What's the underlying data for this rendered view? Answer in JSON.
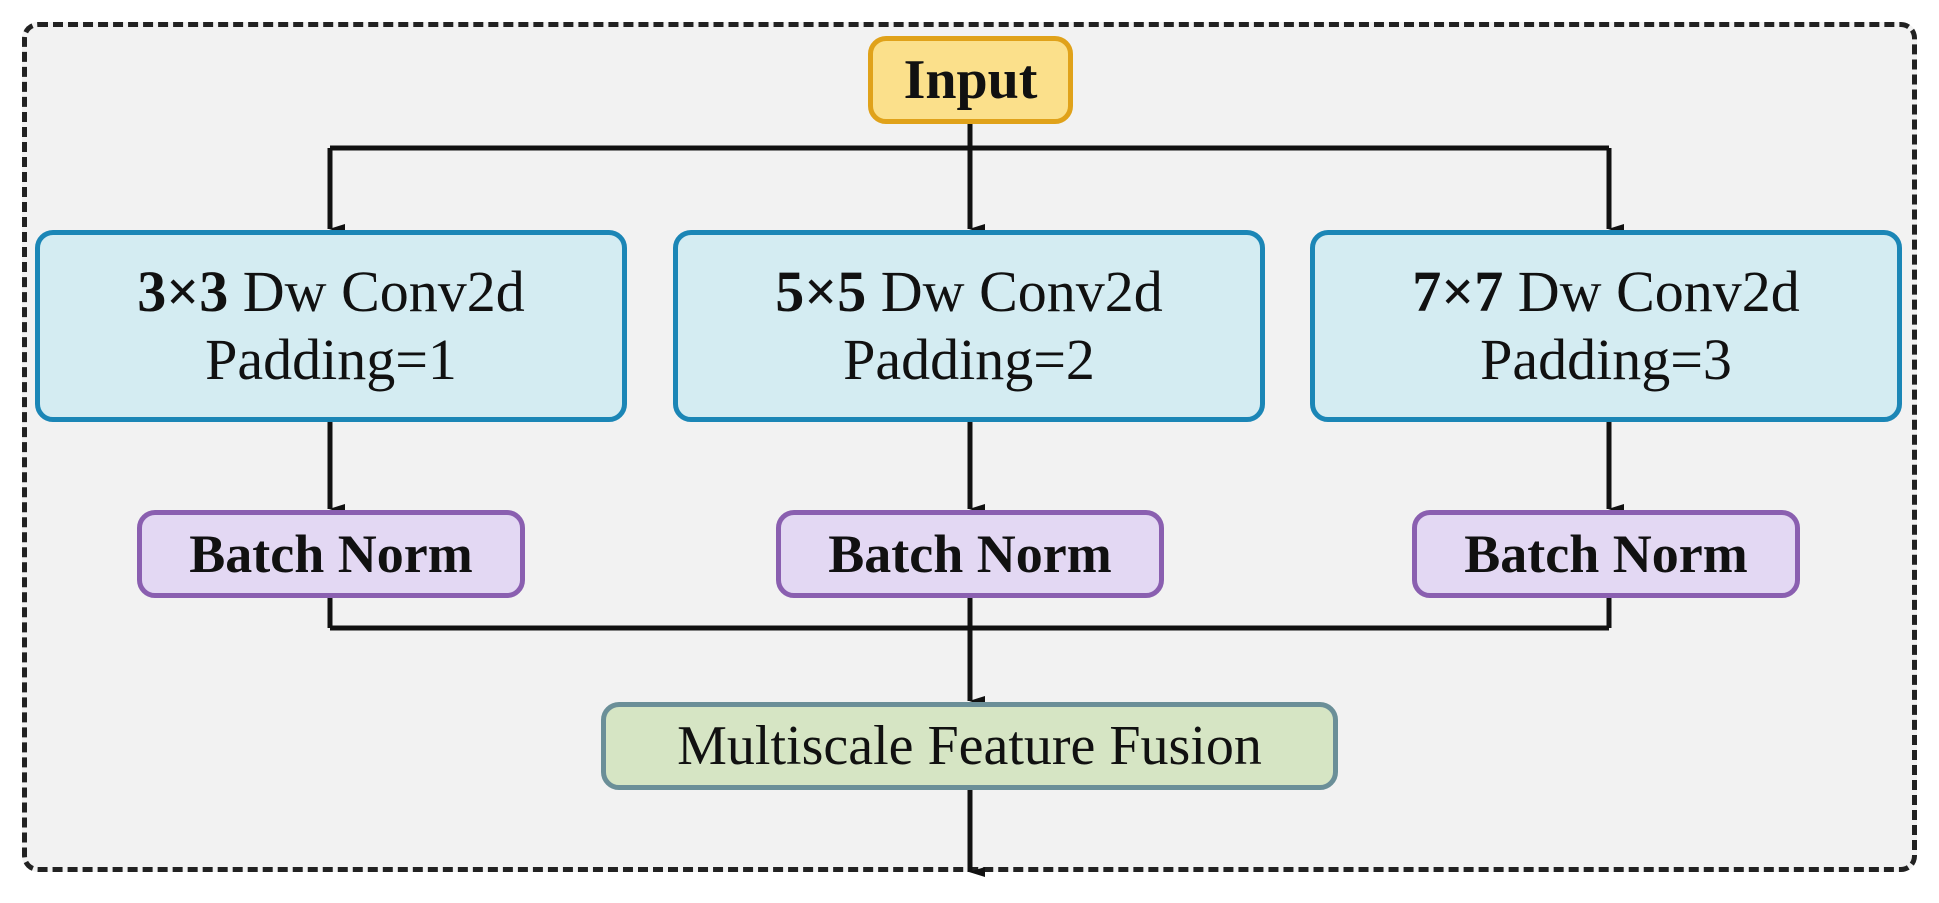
{
  "input": {
    "label": "Input"
  },
  "branches": [
    {
      "kernel": "3×3",
      "op": " Dw Conv2d",
      "padding": "Padding=1",
      "norm": "Batch Norm"
    },
    {
      "kernel": "5×5",
      "op": " Dw Conv2d",
      "padding": "Padding=2",
      "norm": "Batch Norm"
    },
    {
      "kernel": "7×7",
      "op": " Dw Conv2d",
      "padding": "Padding=3",
      "norm": "Batch Norm"
    }
  ],
  "fusion": {
    "label": "Multiscale Feature Fusion"
  },
  "colors": {
    "frame_border": "#222222",
    "frame_fill": "#f2f2f2",
    "input_fill": "#fbe08b",
    "input_border": "#e0a21a",
    "conv_fill": "#d4ecf2",
    "conv_border": "#1b86b6",
    "norm_fill": "#e3d8f3",
    "norm_border": "#8a5fb0",
    "fusion_fill": "#d6e5c4",
    "fusion_border": "#6b8f98",
    "wire": "#111111"
  }
}
